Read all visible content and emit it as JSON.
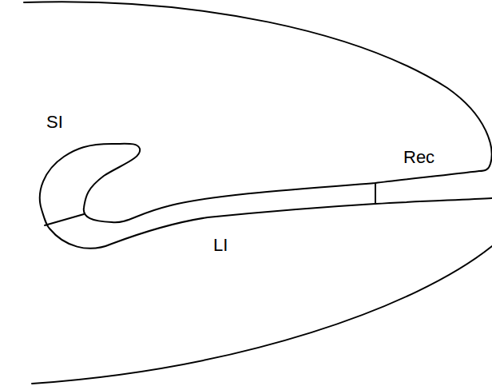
{
  "diagram": {
    "labels": [
      "SI",
      "LI",
      "Rec"
    ]
  }
}
